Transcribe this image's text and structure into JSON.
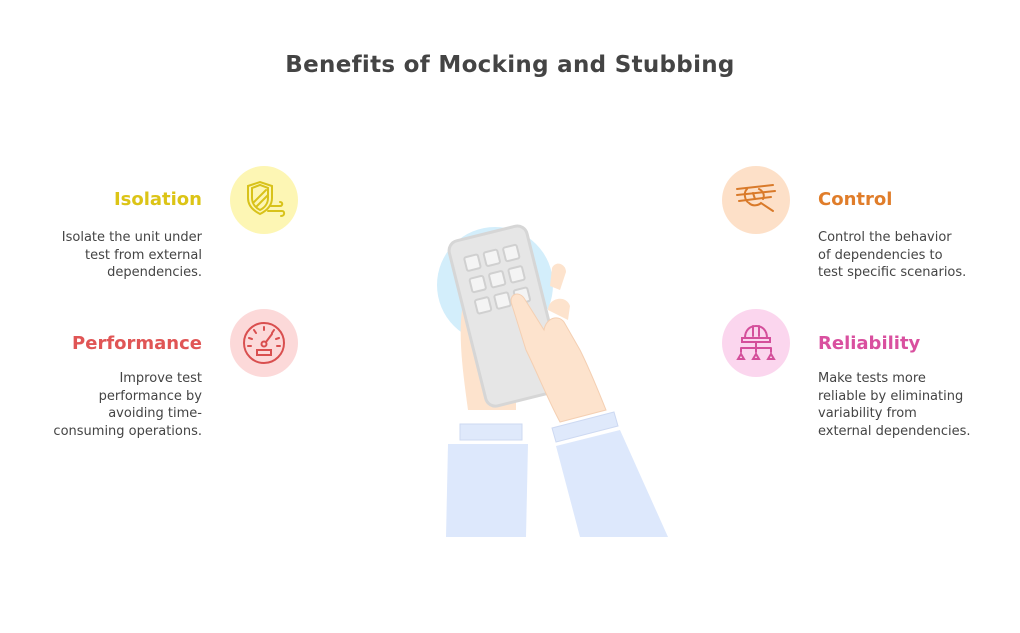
{
  "title": "Benefits of Mocking and Stubbing",
  "items": [
    {
      "heading": "Isolation",
      "text": "Isolate the unit under\ntest from external\ndependencies.",
      "color": "#dcc416",
      "bg": "#fdf6b4",
      "icon": "shield-wind-icon"
    },
    {
      "heading": "Performance",
      "text": "Improve test\nperformance by\navoiding time-\nconsuming operations.",
      "color": "#e05555",
      "bg": "#fcd9d9",
      "icon": "speedometer-icon"
    },
    {
      "heading": "Control",
      "text": "Control the behavior\nof dependencies to\ntest specific scenarios.",
      "color": "#e07d2a",
      "bg": "#fde0c8",
      "icon": "hand-strings-icon"
    },
    {
      "heading": "Reliability",
      "text": "Make tests more\nreliable by eliminating\nvariability from\nexternal dependencies.",
      "color": "#d9509f",
      "bg": "#fbd6ee",
      "icon": "hardhat-hierarchy-icon"
    }
  ]
}
